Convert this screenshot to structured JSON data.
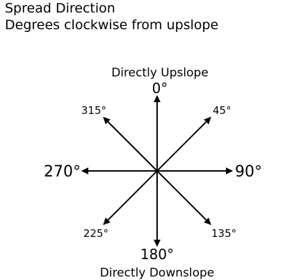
{
  "header": {
    "title": "Spread Direction",
    "subtitle": "Degrees clockwise from upslope"
  },
  "compass": {
    "top_caption": "Directly Upslope",
    "bottom_caption": "Directly Downslope",
    "directions": {
      "n": "0°",
      "ne": "45°",
      "e": "90°",
      "se": "135°",
      "s": "180°",
      "sw": "225°",
      "w": "270°",
      "nw": "315°"
    }
  },
  "colors": {
    "ink": "#000000",
    "background": "#ffffff"
  }
}
